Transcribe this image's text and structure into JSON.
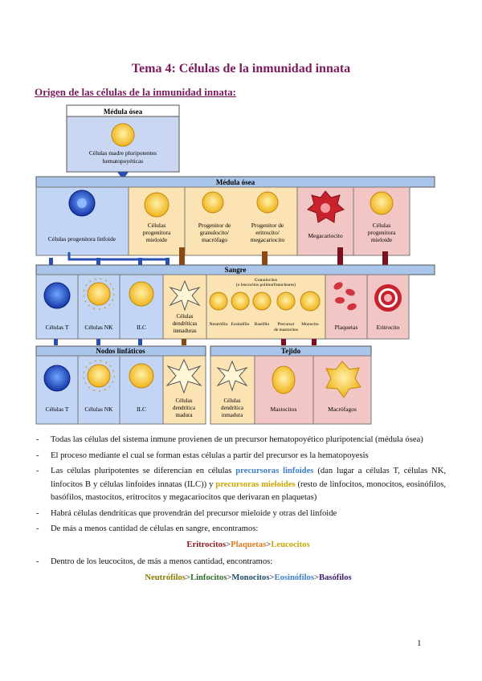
{
  "title": "Tema 4: Células de la inmunidad innata",
  "subtitle": "Origen de las células de la inmunidad innata:",
  "figure": {
    "medula_top": "Médula ósea",
    "hsc": [
      "Células madre pluripotentes",
      "hematopoyéticas"
    ],
    "medula_band": "Médula ósea",
    "linfoide": "Células progenitora linfoide",
    "mieloide": [
      "Células",
      "progenitora",
      "mieloide"
    ],
    "gm": [
      "Progenitor de",
      "granulocito/",
      "macrófago"
    ],
    "em": [
      "Progenitor de",
      "eritrocito/",
      "megacariocito"
    ],
    "megacariocito": "Megacariocito",
    "eritroide": [
      "Células",
      "progenitora",
      "mieloide"
    ],
    "sangre": "Sangre",
    "t": "Células T",
    "nk": "Células NK",
    "ilc": "ILC",
    "dc": [
      "Células",
      "dendríticas",
      "inmaduras"
    ],
    "granulocitos": [
      "Granulocitos",
      "(o leucocitos polimorfonucleares)"
    ],
    "neut": "Neutrófilo",
    "eos": "Eosinófilo",
    "baso": "Basófilo",
    "mast": [
      "Precursor",
      "de mastocitos"
    ],
    "mono": "Monocito",
    "plaquetas": "Plaquetas",
    "eritrocito": "Eritrocito",
    "nodos": "Nodos linfáticos",
    "tejido": "Tejido",
    "dc_madura": [
      "Células",
      "dendrítica",
      "madura"
    ],
    "dc_inmadura": [
      "Células",
      "dendrítica",
      "inmadura"
    ],
    "mastocitos": "Mastocitos",
    "macrofagos": "Macrófagos"
  },
  "bullets": {
    "b1": "Todas las células del sistema inmune provienen de un precursor hematopoyético pluripotencial (médula ósea)",
    "b2": "El proceso mediante el cual se forman estas células a partir del precursor es la hematopoyesis",
    "b3_a": "Las células pluripotentes se diferencian en células ",
    "b3_lin": "precursoras linfoides",
    "b3_b": " (dan lugar a células T, células NK, linfocitos B y células linfoides innatas (ILC)) y ",
    "b3_mie": "precursoras mieloides",
    "b3_c": " (resto de linfocitos, monocitos, eosinófilos, basófilos, mastocitos, eritrocitos y megacariocitos que derivaran en plaquetas)",
    "b4": "Habrá células dendríticas que provendrán del precursor mieloide y otras del linfoide",
    "b5": "De más a menos cantidad de células en sangre, encontramos:",
    "b6": "Dentro de los leucocitos, de más a menos cantidad, encontramos:"
  },
  "seq1": [
    {
      "t": "Eritrocitos",
      "c": "#8b1a1a"
    },
    {
      "t": ">",
      "c": "#555555"
    },
    {
      "t": "Plaquetas",
      "c": "#e07a1f"
    },
    {
      "t": ">",
      "c": "#555555"
    },
    {
      "t": "Leucocitos",
      "c": "#c9a500"
    }
  ],
  "seq2": [
    {
      "t": "Neutrófilos",
      "c": "#8a7a00"
    },
    {
      "t": ">",
      "c": "#555555"
    },
    {
      "t": "Linfocitos",
      "c": "#2e6b2e"
    },
    {
      "t": ">",
      "c": "#555555"
    },
    {
      "t": "Monocitos",
      "c": "#1f4e6b"
    },
    {
      "t": ">",
      "c": "#555555"
    },
    {
      "t": "Eosinófilos",
      "c": "#3d7fc4"
    },
    {
      "t": ">",
      "c": "#555555"
    },
    {
      "t": "Basófilos",
      "c": "#3a1f6b"
    }
  ],
  "page_number": "1"
}
